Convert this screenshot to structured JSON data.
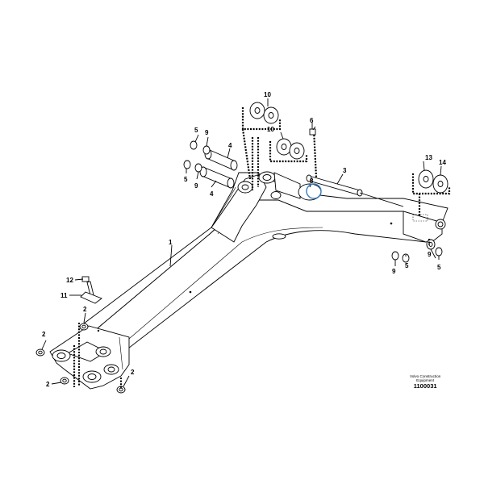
{
  "callouts": {
    "c1": "1",
    "c2a": "2",
    "c2b": "2",
    "c2c": "2",
    "c3": "3",
    "c4a": "4",
    "c4b": "4",
    "c5a": "5",
    "c5b": "5",
    "c5c": "5",
    "c5d": "5",
    "c6": "6",
    "c8": "8",
    "c9a": "9",
    "c9b": "9",
    "c9c": "9",
    "c9d": "9",
    "c10a": "10",
    "c10b": "10",
    "c11": "11",
    "c12": "12",
    "c13": "13",
    "c14": "14"
  },
  "caption": {
    "brand_line1": "Volvo Construction",
    "brand_line2": "Equipment",
    "drawing_number": "1100031"
  },
  "colors": {
    "line": "#000000",
    "highlight": "#3a7fc0"
  }
}
